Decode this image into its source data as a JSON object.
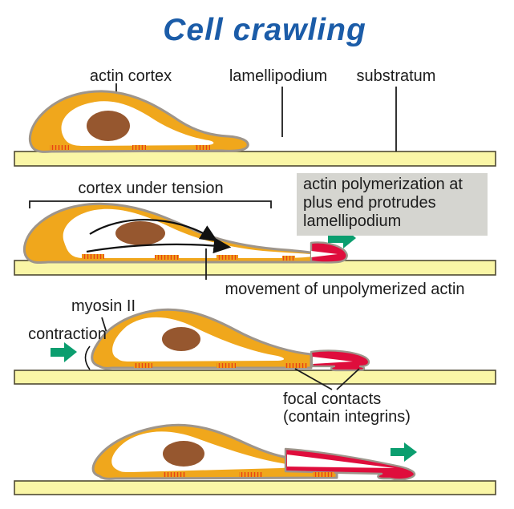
{
  "title": "Cell crawling",
  "stage1": {
    "actin_cortex": "actin cortex",
    "lamellipodium": "lamellipodium",
    "substratum": "substratum"
  },
  "stage2": {
    "cortex_under_tension": "cortex under tension",
    "note_lines": [
      "actin polymerization at",
      "plus end protrudes",
      "lamellipodium"
    ],
    "movement": "movement of unpolymerized actin"
  },
  "stage3": {
    "myosin": "myosin II",
    "contraction": "contraction",
    "focal_line1": "focal contacts",
    "focal_line2": "(contain integrins)"
  },
  "colors": {
    "title-blue": "#1b5ca8",
    "label-black": "#1c1c1c",
    "cell-gold": "#f0a71c",
    "membrane-gray": "#9e958b",
    "nucleus-brown": "#96572f",
    "substratum-yellow": "#faf6a6",
    "substratum-border": "#4f4a33",
    "lamellipodium-red": "#df0d3c",
    "arrow-green": "#0b9e6f",
    "note-gray": "#d5d5d0",
    "focal-red": "#e84513"
  }
}
